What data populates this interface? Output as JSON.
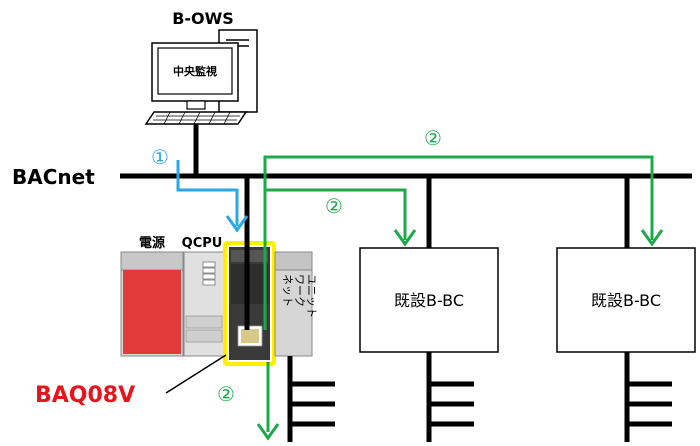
{
  "owsLabel": "B-OWS",
  "monitorText": "中央監視",
  "networkLabel": "BACnet",
  "powerLabel": "電源",
  "cpuLabel": "QCPU",
  "netUnitLabel": [
    "ネット",
    "ワーク",
    "ユニット"
  ],
  "bcLabels": [
    "既設B-BC",
    "既設B-BC"
  ],
  "moduleLabel": "BAQ08V",
  "flowMarkers": [
    {
      "id": "step-1-marker",
      "text": "①"
    },
    {
      "id": "step-2-marker-top",
      "text": "②"
    },
    {
      "id": "step-2-marker-mid",
      "text": "②"
    },
    {
      "id": "step-2-marker-bottom",
      "text": "②"
    }
  ],
  "colors": {
    "flow1": "#2aa8e6",
    "flow2": "#1fa84a",
    "highlight": "#ffef00",
    "power": "#e33a3a",
    "moduleLabel": "#e8141c"
  }
}
